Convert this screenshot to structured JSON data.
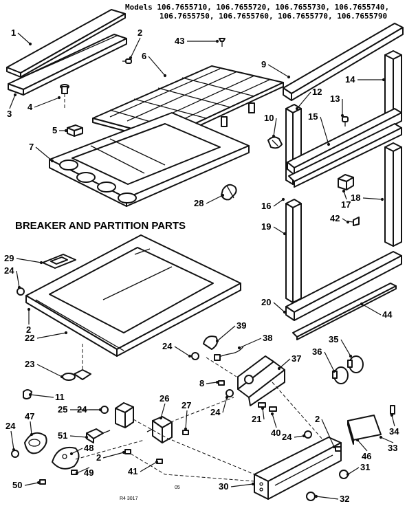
{
  "header": {
    "line1": "Models 106.7655710, 106.7655720, 106.7655730, 106.7655740,",
    "line2": "106.7655750, 106.7655760, 106.7655770, 106.7655790"
  },
  "section_title": "BREAKER AND PARTITION PARTS",
  "footer": {
    "code": "R4 3017",
    "mark": "05"
  },
  "part_numbers": [
    "1",
    "2",
    "3",
    "4",
    "5",
    "6",
    "7",
    "43",
    "9",
    "10",
    "12",
    "13",
    "14",
    "15",
    "16",
    "17",
    "18",
    "19",
    "42",
    "28",
    "20",
    "44",
    "29",
    "24",
    "22",
    "23",
    "39",
    "38",
    "37",
    "36",
    "35",
    "8",
    "11",
    "21",
    "40",
    "26",
    "27",
    "25",
    "51",
    "47",
    "48",
    "49",
    "50",
    "41",
    "30",
    "46",
    "33",
    "31",
    "32",
    "34"
  ]
}
